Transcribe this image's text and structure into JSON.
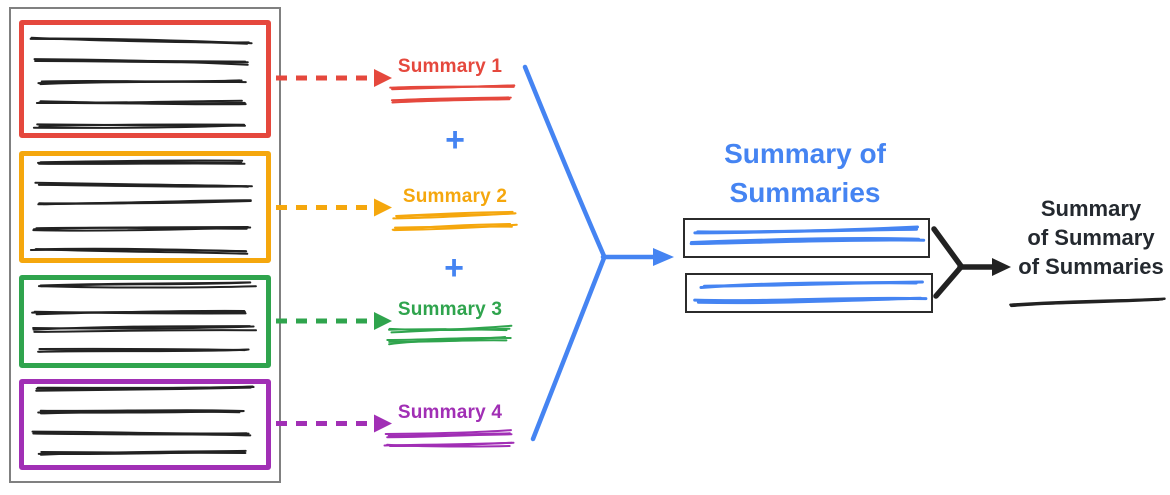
{
  "colors": {
    "red": "#E5483D",
    "orange": "#F5A70D",
    "green": "#2FA44D",
    "purple": "#A12FB5",
    "blue": "#4584F2",
    "ink": "#222222",
    "text_dark": "#24292F",
    "frame_gray": "#808080",
    "box_border": "#2B2B2B"
  },
  "summaries": [
    {
      "label": "Summary 1",
      "color": "red"
    },
    {
      "label": "Summary 2",
      "color": "orange"
    },
    {
      "label": "Summary 3",
      "color": "green"
    },
    {
      "label": "Summary 4",
      "color": "purple"
    }
  ],
  "plus_sign": "+",
  "merged": {
    "title_lines": [
      "Summary of",
      "Summaries"
    ]
  },
  "final": {
    "label_lines": [
      "Summary",
      "of Summary",
      "of Summaries"
    ]
  }
}
